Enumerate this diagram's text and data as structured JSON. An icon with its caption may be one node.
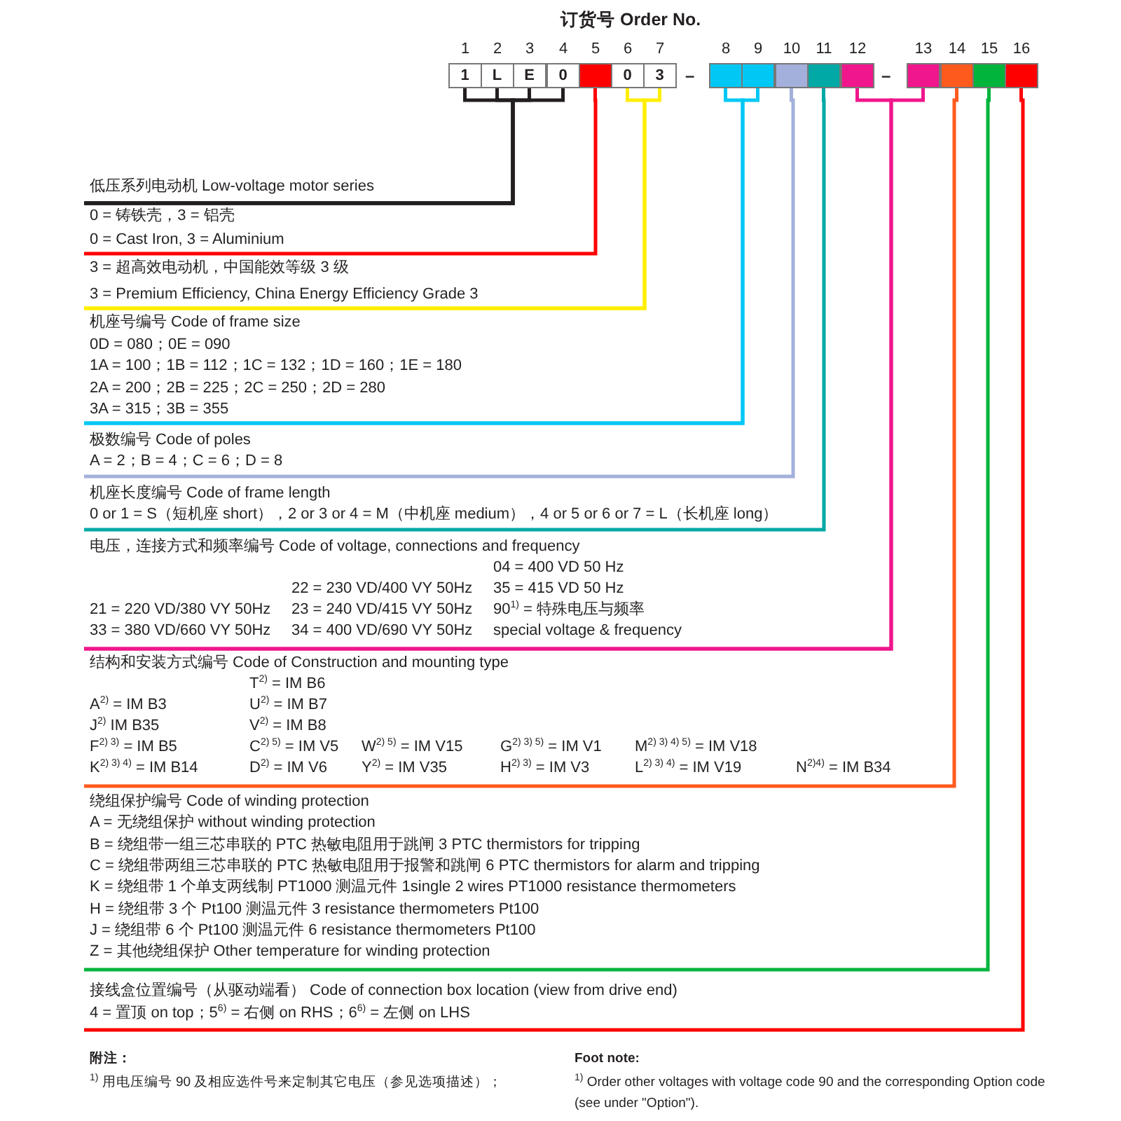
{
  "diagram": {
    "title": "订货号 Order No.",
    "nodes": [
      {
        "text": [
          "1"
        ],
        "beside": [
          "1"
        ]
      },
      {
        "text": [
          "L"
        ],
        "beside": [
          "2"
        ]
      },
      {
        "text": [
          "E"
        ],
        "beside": [
          "3"
        ]
      },
      {
        "text": [
          "0"
        ],
        "beside": [
          "4"
        ]
      },
      {
        "text": [],
        "shape": "box",
        "beside": [
          "5"
        ]
      },
      {
        "text": [
          "0"
        ],
        "beside": [
          "6"
        ]
      },
      {
        "text": [
          "3"
        ],
        "beside": [
          "7"
        ]
      },
      {
        "text": [],
        "shape": "box",
        "beside": [
          "8"
        ]
      },
      {
        "text": [],
        "shape": "box",
        "beside": [
          "9"
        ]
      },
      {
        "text": [],
        "shape": "box",
        "beside": [
          "10"
        ]
      },
      {
        "text": [],
        "shape": "box",
        "beside": [
          "11"
        ]
      },
      {
        "text": [],
        "shape": "box",
        "beside": [
          "12"
        ]
      },
      {
        "text": [],
        "shape": "box",
        "beside": [
          "13"
        ]
      },
      {
        "text": [],
        "shape": "box",
        "beside": [
          "14"
        ]
      },
      {
        "text": [],
        "shape": "box",
        "beside": [
          "15"
        ]
      },
      {
        "text": [],
        "shape": "box",
        "beside": [
          "16"
        ]
      },
      {
        "text": [
          "低压系列电动机 Low-voltage motor series"
        ]
      },
      {
        "text": [
          "0 = 铸铁壳，3 = 铝壳",
          "0 = Cast Iron, 3 = Aluminium"
        ]
      },
      {
        "text": [
          "3 = 超高效电动机，中国能效等级 3 级",
          "3 = Premium Efficiency, China Energy Efficiency Grade 3"
        ]
      },
      {
        "text": [
          "机座号编号 Code of frame size",
          "0D = 080；0E = 090",
          "1A = 100；1B = 112；1C = 132；1D = 160；1E = 180",
          "2A = 200；2B = 225；2C = 250；2D = 280",
          "3A = 315；3B = 355"
        ]
      },
      {
        "text": [
          "极数编号 Code of poles",
          "A = 2；B = 4；C = 6；D = 8"
        ]
      },
      {
        "text": [
          "机座长度编号 Code of frame length",
          "0 or 1 = S（短机座 short），2 or 3 or 4 = M（中机座 medium），4 or 5 or 6 or 7 = L（长机座 long）"
        ]
      },
      {
        "text": [
          "电压，连接方式和频率编号 Code of voltage, connections and frequency",
          "04 = 400 VD 50 Hz",
          "22 = 230 VD/400 VY 50Hz",
          "35 = 415 VD 50 Hz",
          "21 = 220 VD/380 VY 50Hz",
          "23 = 240 VD/415 VY 50Hz",
          "90$^{1)}$ = 特殊电压与频率",
          "33 = 380 VD/660 VY 50Hz",
          "34 = 400 VD/690 VY 50Hz",
          "special voltage & frequency"
        ]
      },
      {
        "text": [
          "结构和安装方式编号 Code of Construction and mounting type",
          "T$^{2)}$ = IM B6",
          "A$^{2)}$ = IM B3",
          "U$^{2)}$ = IM B7",
          "J$^{2)}$ IM B35",
          "V$^{2)}$ = IM B8",
          "F$^{2) 3)}$ = IM B5",
          "C$^{2) 5)}$ = IM V5",
          "W$^{2) 5)}$ = IM V15",
          "G$^{2) 3) 5)}$ = IM V1",
          "M$^{2) 3) 4) 5)}$ = IM V18",
          "K$^{2) 3) 4)}$ = IM B14",
          "D$^{2)}$ = IM V6",
          "Y$^{2)}$ = IM V35",
          "H$^{2) 3)}$ = IM V3",
          "L$^{2) 3) 4)}$ = IM V19",
          "N$^{2)4)}$ = IM B34"
        ]
      },
      {
        "text": [
          "绕组保护编号 Code of winding protection",
          "A = 无绕组保护 without winding protection",
          "B = 绕组带一组三芯串联的 PTC 热敏电阻用于跳闸 3 PTC thermistors for tripping",
          "C = 绕组带两组三芯串联的 PTC 热敏电阻用于报警和跳闸 6 PTC thermistors for alarm and tripping",
          "K = 绕组带 1 个单支两线制 PT1000 测温元件 1single 2 wires PT1000 resistance thermometers",
          "H = 绕组带 3 个 Pt100 测温元件 3 resistance thermometers Pt100",
          "J = 绕组带 6 个 Pt100 测温元件 6 resistance thermometers Pt100",
          "Z = 其他绕组保护 Other temperature for winding protection"
        ]
      },
      {
        "text": [
          "接线盒位置编号（从驱动端看） Code of connection box location (view from drive end)",
          "4 = 置顶 on top；5$^{6)}$ = 右侧 on RHS；6$^{6)}$ = 左侧 on LHS"
        ]
      }
    ],
    "edges": [
      {
        "from": 0,
        "to": 16,
        "arrow": "none",
        "color": "#231f20"
      },
      {
        "from": 1,
        "to": 16,
        "arrow": "none",
        "color": "#231f20"
      },
      {
        "from": 2,
        "to": 16,
        "arrow": "none",
        "color": "#231f20"
      },
      {
        "from": 3,
        "to": 16,
        "arrow": "none",
        "color": "#231f20"
      },
      {
        "from": 4,
        "to": 17,
        "arrow": "none",
        "color": "#ff0000"
      },
      {
        "from": 5,
        "to": 18,
        "arrow": "none",
        "color": "#ffee00"
      },
      {
        "from": 6,
        "to": 18,
        "arrow": "none",
        "color": "#ffee00"
      },
      {
        "from": 7,
        "to": 19,
        "arrow": "none",
        "color": "#00c8f5"
      },
      {
        "from": 8,
        "to": 19,
        "arrow": "none",
        "color": "#00c8f5"
      },
      {
        "from": 9,
        "to": 20,
        "arrow": "none",
        "color": "#a3b0dc"
      },
      {
        "from": 10,
        "to": 21,
        "arrow": "none",
        "color": "#00a9a5"
      },
      {
        "from": 11,
        "to": 22,
        "arrow": "none",
        "color": "#f0168c"
      },
      {
        "from": 12,
        "to": 22,
        "arrow": "none",
        "color": "#f0168c"
      },
      {
        "from": 13,
        "to": 23,
        "arrow": "none",
        "color": "#ff5a1e"
      },
      {
        "from": 14,
        "to": 24,
        "arrow": "none",
        "color": "#00b43c"
      },
      {
        "from": 15,
        "to": 25,
        "arrow": "none",
        "color": "#ff0000"
      }
    ],
    "labels": [
      "–",
      "–",
      "附注：",
      "$^{1)}$ 用电压编号 90 及相应选件号来定制其它电压（参见选项描述）；",
      "Foot note:",
      "$^{1)}$ Order other voltages with voltage code 90 and the corresponding Option code (see under \"Option\")."
    ]
  }
}
